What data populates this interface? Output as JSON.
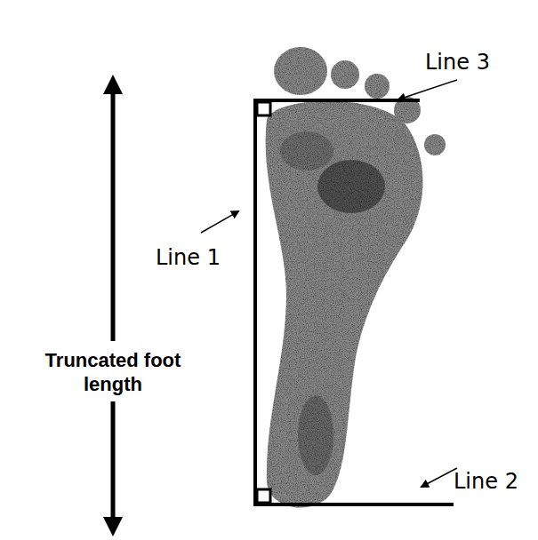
{
  "diagram": {
    "labels": [
      "Line 3",
      "Line 1",
      "Line 2",
      "Truncated foot length"
    ]
  }
}
